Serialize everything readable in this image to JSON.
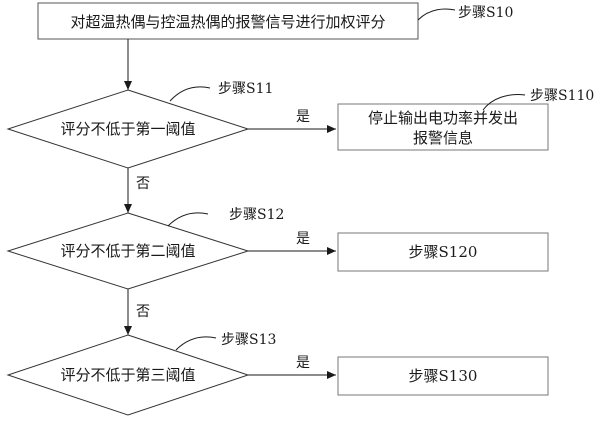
{
  "start": {
    "text": "对超温热偶与控温热偶的报警信号进行加权评分",
    "step": "步骤S10"
  },
  "decisions": [
    {
      "text": "评分不低于第一阈值",
      "step": "步骤S11",
      "yes": "是",
      "no": "否",
      "result_lines": [
        "停止输出电功率并发出",
        "报警信息"
      ],
      "result_step": "步骤S110"
    },
    {
      "text": "评分不低于第二阈值",
      "step": "步骤S12",
      "yes": "是",
      "no": "否",
      "result_lines": [
        "步骤S120"
      ],
      "result_step": ""
    },
    {
      "text": "评分不低于第三阈值",
      "step": "步骤S13",
      "yes": "是",
      "result_lines": [
        "步骤S130"
      ],
      "result_step": ""
    }
  ]
}
